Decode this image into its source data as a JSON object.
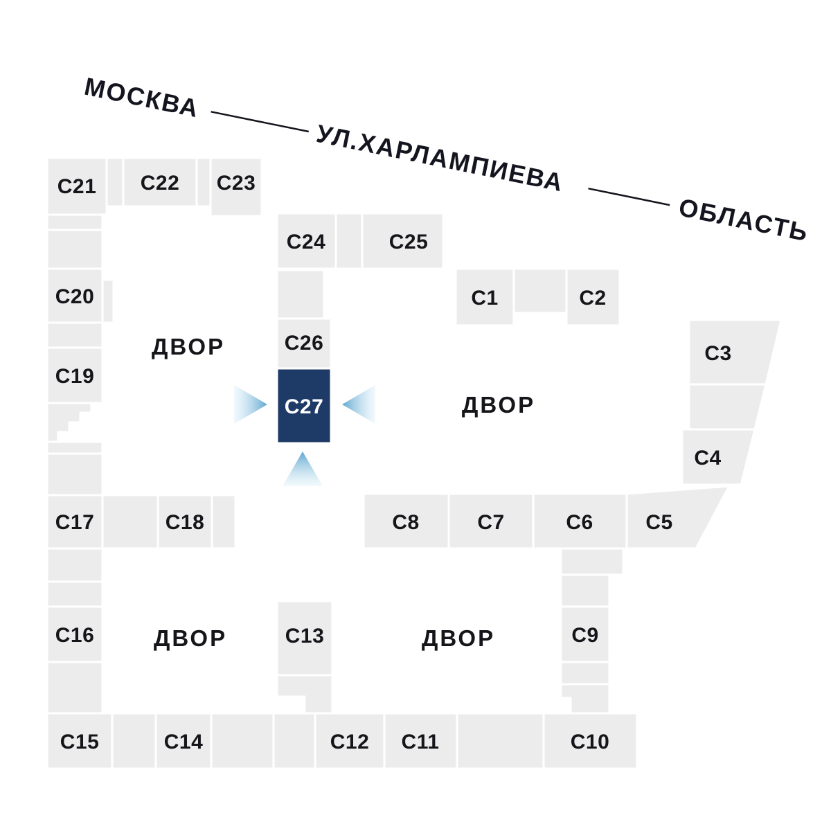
{
  "streets": {
    "moskva": "МОСКВА",
    "kharlampieva": "УЛ.ХАРЛАМПИЕВА",
    "oblast": "ОБЛАСТЬ"
  },
  "courtyards": [
    {
      "label": "ДВОР"
    },
    {
      "label": "ДВОР"
    },
    {
      "label": "ДВОР"
    },
    {
      "label": "ДВОР"
    }
  ],
  "selected_building": {
    "id": "С27",
    "label": "С27"
  },
  "buildings": [
    {
      "id": "С1",
      "label": "С1"
    },
    {
      "id": "С2",
      "label": "С2"
    },
    {
      "id": "С3",
      "label": "С3"
    },
    {
      "id": "С4",
      "label": "С4"
    },
    {
      "id": "С5",
      "label": "С5"
    },
    {
      "id": "С6",
      "label": "С6"
    },
    {
      "id": "С7",
      "label": "С7"
    },
    {
      "id": "С8",
      "label": "С8"
    },
    {
      "id": "С9",
      "label": "С9"
    },
    {
      "id": "С10",
      "label": "С10"
    },
    {
      "id": "С11",
      "label": "С11"
    },
    {
      "id": "С12",
      "label": "С12"
    },
    {
      "id": "С13",
      "label": "С13"
    },
    {
      "id": "С14",
      "label": "С14"
    },
    {
      "id": "С15",
      "label": "С15"
    },
    {
      "id": "С16",
      "label": "С16"
    },
    {
      "id": "С17",
      "label": "С17"
    },
    {
      "id": "С18",
      "label": "С18"
    },
    {
      "id": "С19",
      "label": "С19"
    },
    {
      "id": "С20",
      "label": "С20"
    },
    {
      "id": "С21",
      "label": "С21"
    },
    {
      "id": "С22",
      "label": "С22"
    },
    {
      "id": "С23",
      "label": "С23"
    },
    {
      "id": "С24",
      "label": "С24"
    },
    {
      "id": "С25",
      "label": "С25"
    },
    {
      "id": "С26",
      "label": "С26"
    }
  ],
  "colors": {
    "block_fill": "#ececec",
    "block_divider": "#ffffff",
    "label_text": "#15151a",
    "selected_fill": "#1e3a66",
    "selected_text": "#ffffff",
    "street_text": "#15151f",
    "arrow_tip": "#5ea6cf",
    "arrow_base": "#d9eef8"
  }
}
